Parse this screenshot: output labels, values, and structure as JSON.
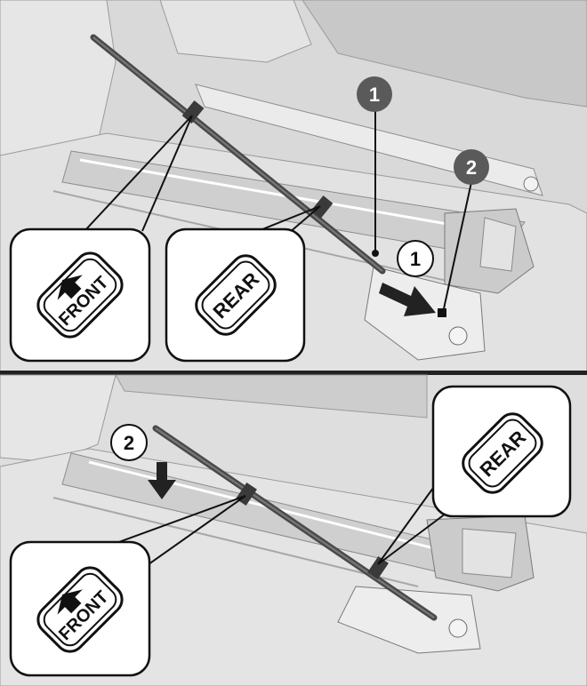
{
  "callouts": {
    "top_front_label": "FRONT",
    "top_rear_label": "REAR",
    "bottom_front_label": "FRONT",
    "bottom_rear_label": "REAR"
  },
  "markers": {
    "part_1": "1",
    "part_2": "2",
    "step_1": "1",
    "step_2": "2"
  },
  "colors": {
    "background": "#dcdcdc",
    "surface_light": "#ececec",
    "surface_mid": "#cfcfcf",
    "rod": "#4a4a4a",
    "callout_fill": "#ffffff",
    "marker_fill": "#5a5a5a",
    "arrow": "#222222"
  }
}
